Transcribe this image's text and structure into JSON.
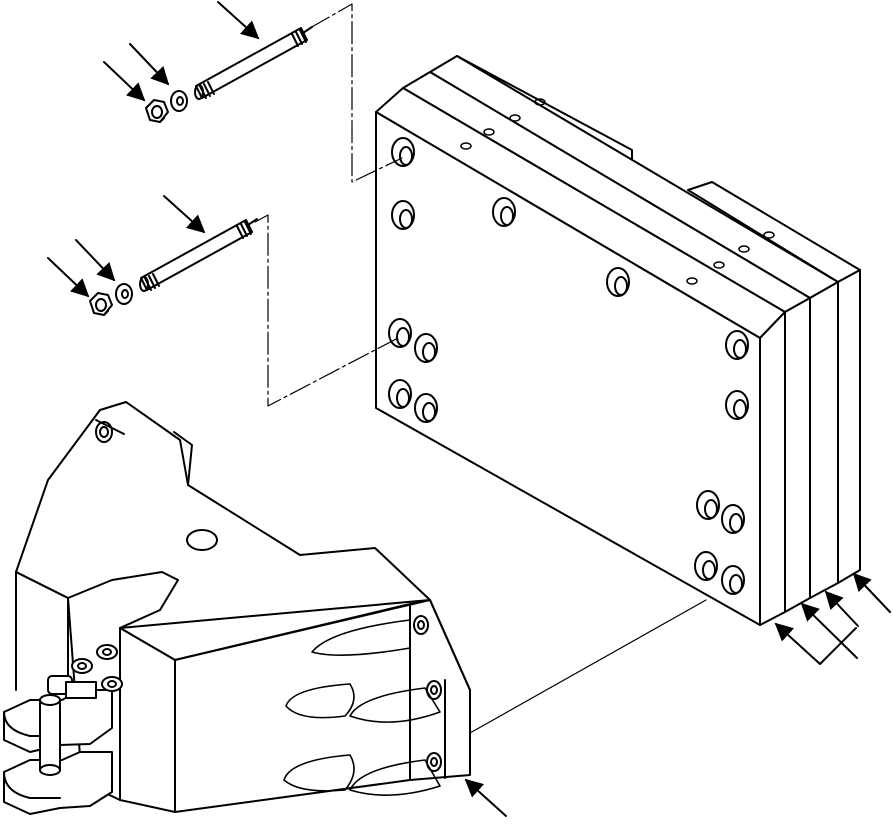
{
  "diagram": {
    "kind": "exploded-parts-view",
    "line_color": "#000000",
    "background": "#ffffff",
    "parts": [
      {
        "id": "stud-upper",
        "icon": "threaded-stud-icon"
      },
      {
        "id": "washer-upper",
        "icon": "washer-icon"
      },
      {
        "id": "nut-upper",
        "icon": "hex-nut-icon"
      },
      {
        "id": "stud-lower",
        "icon": "threaded-stud-icon"
      },
      {
        "id": "washer-lower",
        "icon": "washer-icon"
      },
      {
        "id": "nut-lower",
        "icon": "hex-nut-icon"
      },
      {
        "id": "counterweight-plate-stack",
        "icon": "plate-stack-icon"
      },
      {
        "id": "mounting-bracket",
        "icon": "bracket-casting-icon"
      }
    ],
    "callouts": 12
  }
}
